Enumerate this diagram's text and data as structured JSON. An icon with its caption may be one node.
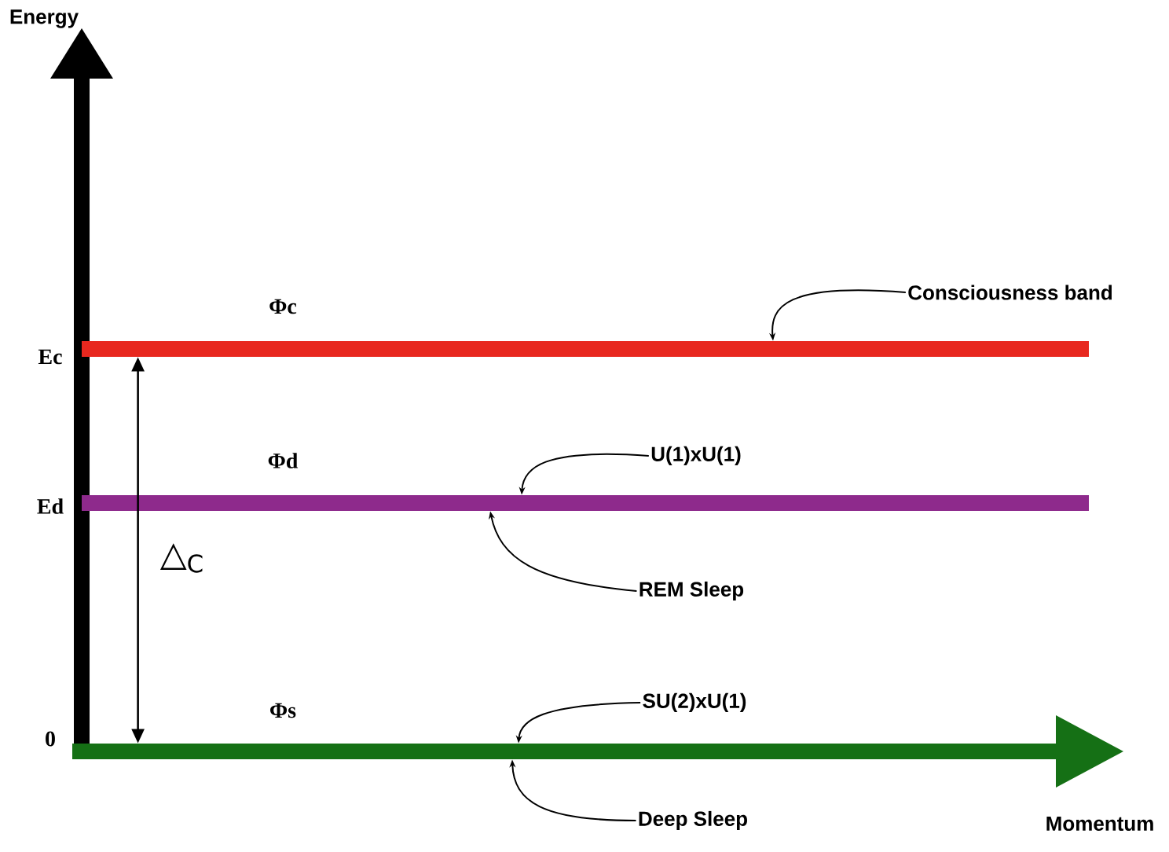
{
  "diagram": {
    "nodes": [
      {
        "text": [],
        "shape": "bar",
        "beside": [
          "Φc",
          "Ec"
        ]
      },
      {
        "text": [],
        "shape": "bar",
        "beside": [
          "Φd",
          "Ed"
        ]
      },
      {
        "text": [],
        "shape": "bar",
        "beside": [
          "Φs",
          "0"
        ]
      },
      {
        "text": [
          "Consciousness band"
        ]
      },
      {
        "text": [
          "U(1)xU(1)"
        ]
      },
      {
        "text": [
          "REM Sleep"
        ]
      },
      {
        "text": [
          "SU(2)xU(1)"
        ]
      },
      {
        "text": [
          "Deep Sleep"
        ]
      }
    ],
    "edges": [
      {
        "from": 3,
        "to": 0,
        "arrow": "to"
      },
      {
        "from": 4,
        "to": 1,
        "arrow": "to"
      },
      {
        "from": 5,
        "to": 1,
        "arrow": "to"
      },
      {
        "from": 6,
        "to": 2,
        "arrow": "to"
      },
      {
        "from": 7,
        "to": 2,
        "arrow": "to"
      },
      {
        "from": 0,
        "to": 2,
        "arrow": "both"
      }
    ],
    "labels": [
      "Energy",
      "△$_{C}$",
      "Momentum"
    ]
  }
}
